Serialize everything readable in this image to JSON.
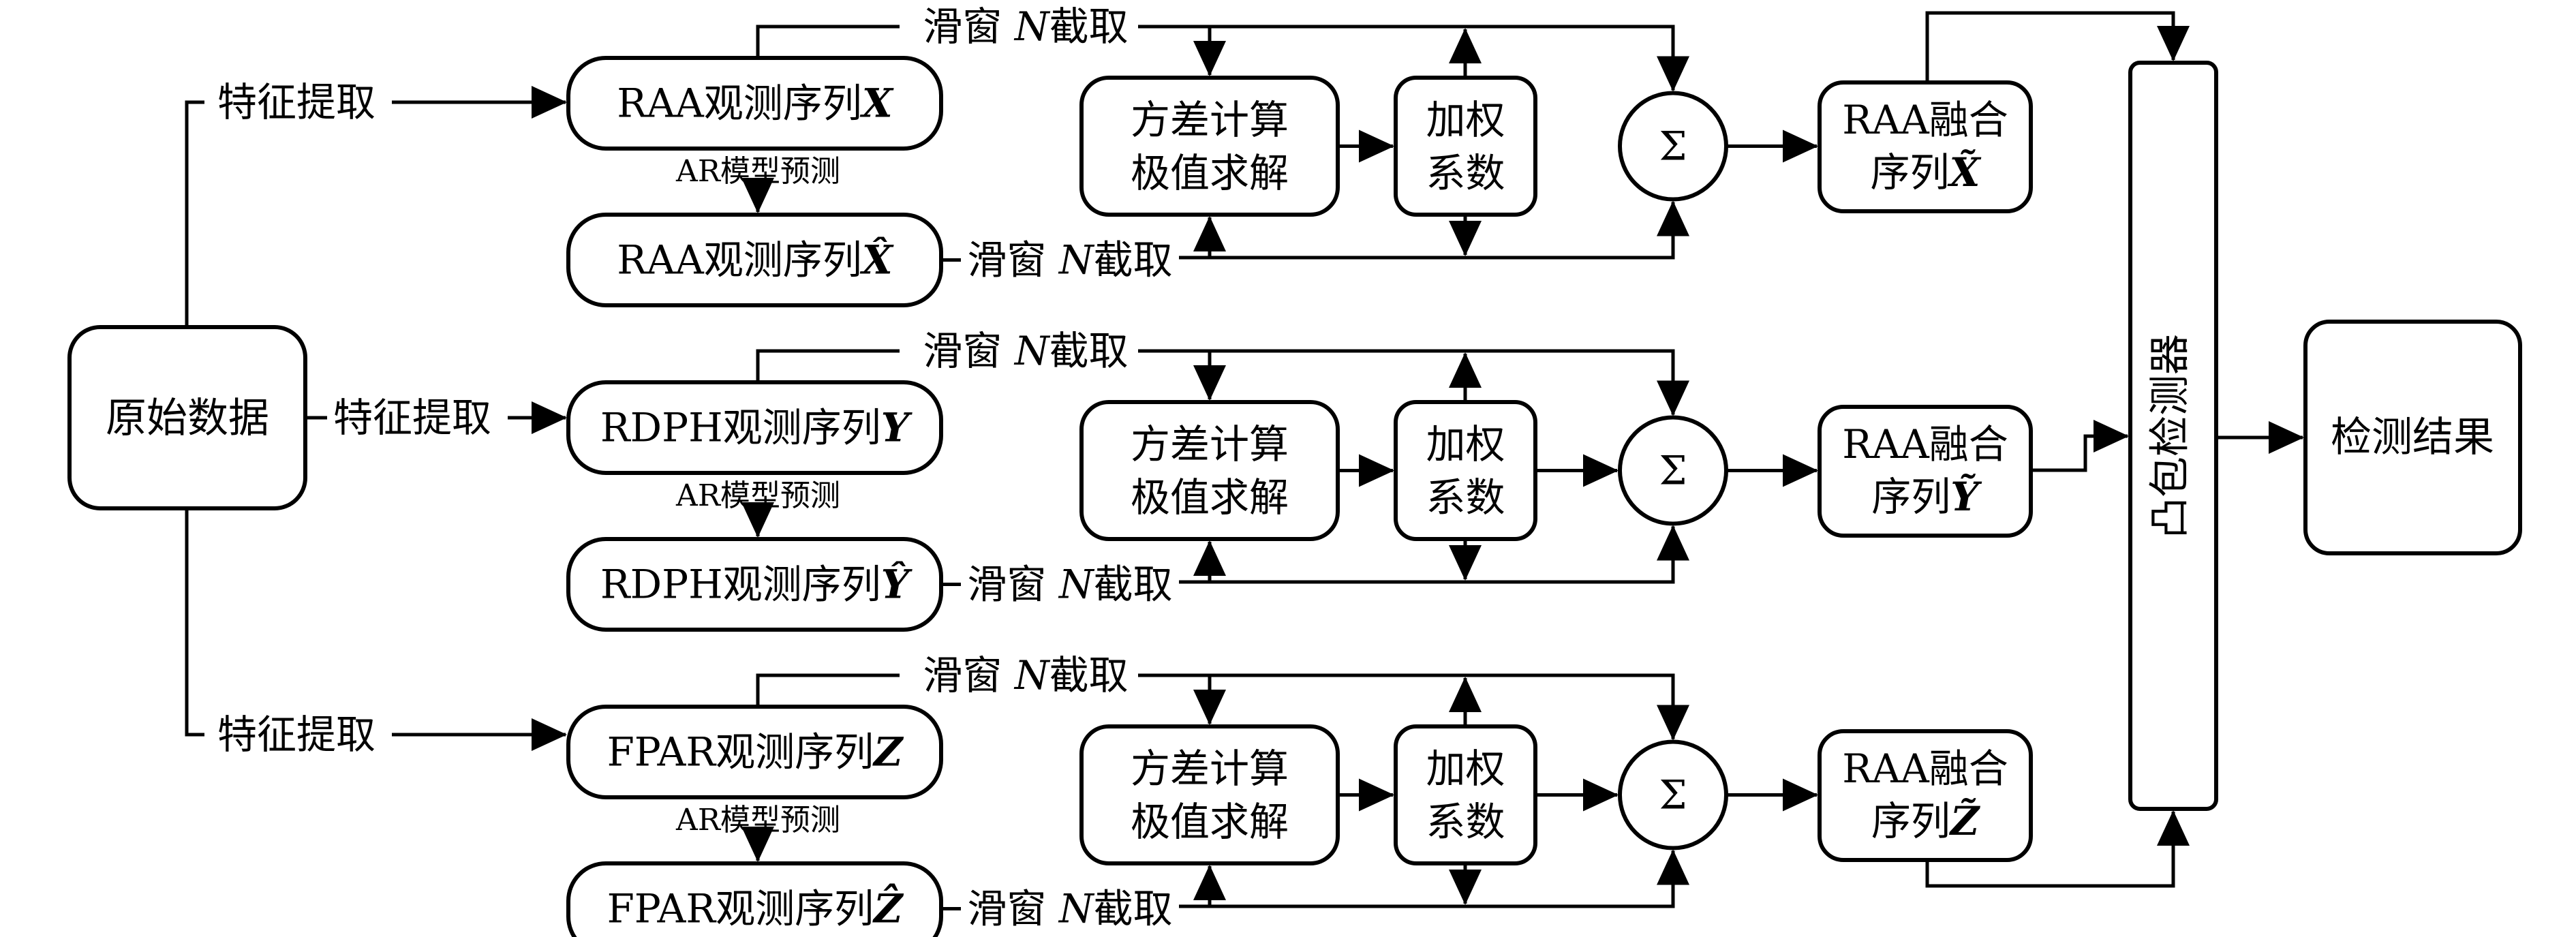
{
  "source": {
    "label": "原始数据"
  },
  "feature_label": "特征提取",
  "ar_label": "AR模型预测",
  "slide_label_pre": "滑窗",
  "slide_label_var": "N",
  "slide_label_post": "截取",
  "variance_box": {
    "line1": "方差计算",
    "line2": "极值求解"
  },
  "weight_box": {
    "line1": "加权",
    "line2": "系数"
  },
  "sum_symbol": "Σ",
  "rows": [
    {
      "obs_prefix": "RAA观测序列",
      "obs_symbol": "X",
      "pred_prefix": "RAA观测序列",
      "pred_symbol": "X̂",
      "fused_line1": "RAA融合",
      "fused_line2_prefix": "序列",
      "fused_symbol": "X̃"
    },
    {
      "obs_prefix": "RDPH观测序列",
      "obs_symbol": "Y",
      "pred_prefix": "RDPH观测序列",
      "pred_symbol": "Ŷ",
      "fused_line1": "RAA融合",
      "fused_line2_prefix": "序列",
      "fused_symbol": "Ỹ"
    },
    {
      "obs_prefix": "FPAR观测序列",
      "obs_symbol": "Z",
      "pred_prefix": "FPAR观测序列",
      "pred_symbol": "Ẑ",
      "fused_line1": "RAA融合",
      "fused_line2_prefix": "序列",
      "fused_symbol": "Z̃"
    }
  ],
  "detector": {
    "label": "凸包检测器"
  },
  "result": {
    "label": "检测结果"
  }
}
